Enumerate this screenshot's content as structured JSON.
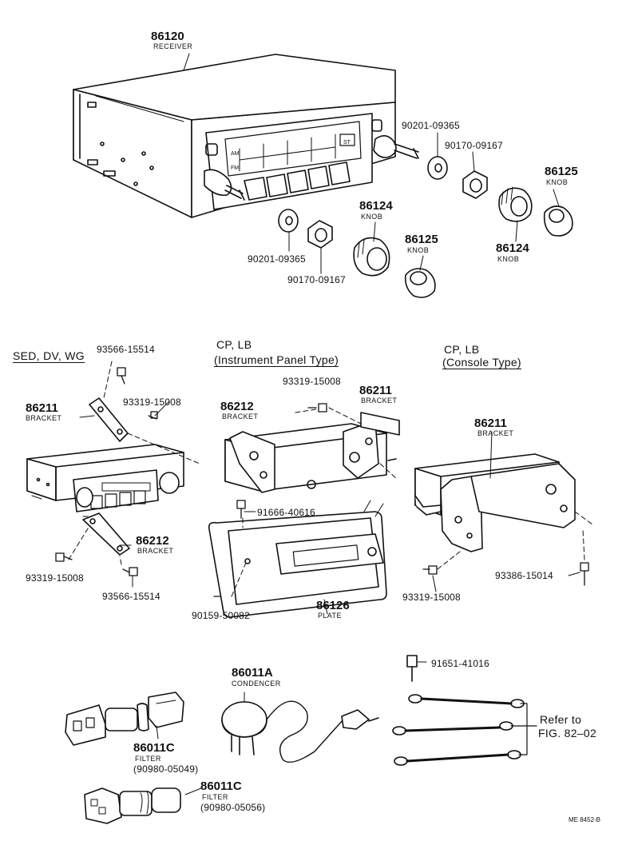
{
  "receiver": {
    "pn": "86120",
    "name": "RECEIVER"
  },
  "top_parts": {
    "washer_right": "90201-09365",
    "nut_right": "90170-09167",
    "knob_86125_right": {
      "pn": "86125",
      "name": "KNOB"
    },
    "knob_86124_right": {
      "pn": "86124",
      "name": "KNOB"
    },
    "washer_left": "90201-09365",
    "nut_left": "90170-09167",
    "knob_86124_left": {
      "pn": "86124",
      "name": "KNOB"
    },
    "knob_86125_center": {
      "pn": "86125",
      "name": "KNOB"
    }
  },
  "dial": {
    "am": "AM",
    "fm": "FM",
    "st": "ST"
  },
  "sections": {
    "sed": "SED, DV, WG",
    "cp_panel_line1": "CP, LB",
    "cp_panel_line2": "(Instrument Panel Type)",
    "cp_console_line1": "CP, LB",
    "cp_console_line2": "(Console Type)"
  },
  "sed_parts": {
    "screw_top": "93566-15514",
    "bolt_top": "93319-15008",
    "bracket_top": {
      "pn": "86211",
      "name": "BRACKET"
    },
    "bracket_bottom": {
      "pn": "86212",
      "name": "BRACKET"
    },
    "bolt_bottom": "93319-15008",
    "screw_bottom": "93566-15514"
  },
  "panel_parts": {
    "bolt_top": "93319-15008",
    "bracket_right": {
      "pn": "86211",
      "name": "BRACKET"
    },
    "bracket_left": {
      "pn": "86212",
      "name": "BRACKET"
    },
    "screw_mid": "91666-40616",
    "plate": {
      "pn": "86126",
      "name": "PLATE"
    },
    "screw_bottom": "90159-50082"
  },
  "console_parts": {
    "bracket": {
      "pn": "86211",
      "name": "BRACKET"
    },
    "bolt_left": "93319-15008",
    "screw_right": "93386-15014"
  },
  "bottom_parts": {
    "condenser": {
      "pn": "86011A",
      "name": "CONDENCER"
    },
    "filter_1": {
      "pn": "86011C",
      "name": "FILTER",
      "sub": "(90980-05049)"
    },
    "filter_2": {
      "pn": "86011C",
      "name": "FILTER",
      "sub": "(90980-05056)"
    },
    "ground_bolt": "91651-41016",
    "refer_line1": "Refer to",
    "refer_line2": "FIG. 82–02"
  },
  "figure_code": "ME 8452-B"
}
